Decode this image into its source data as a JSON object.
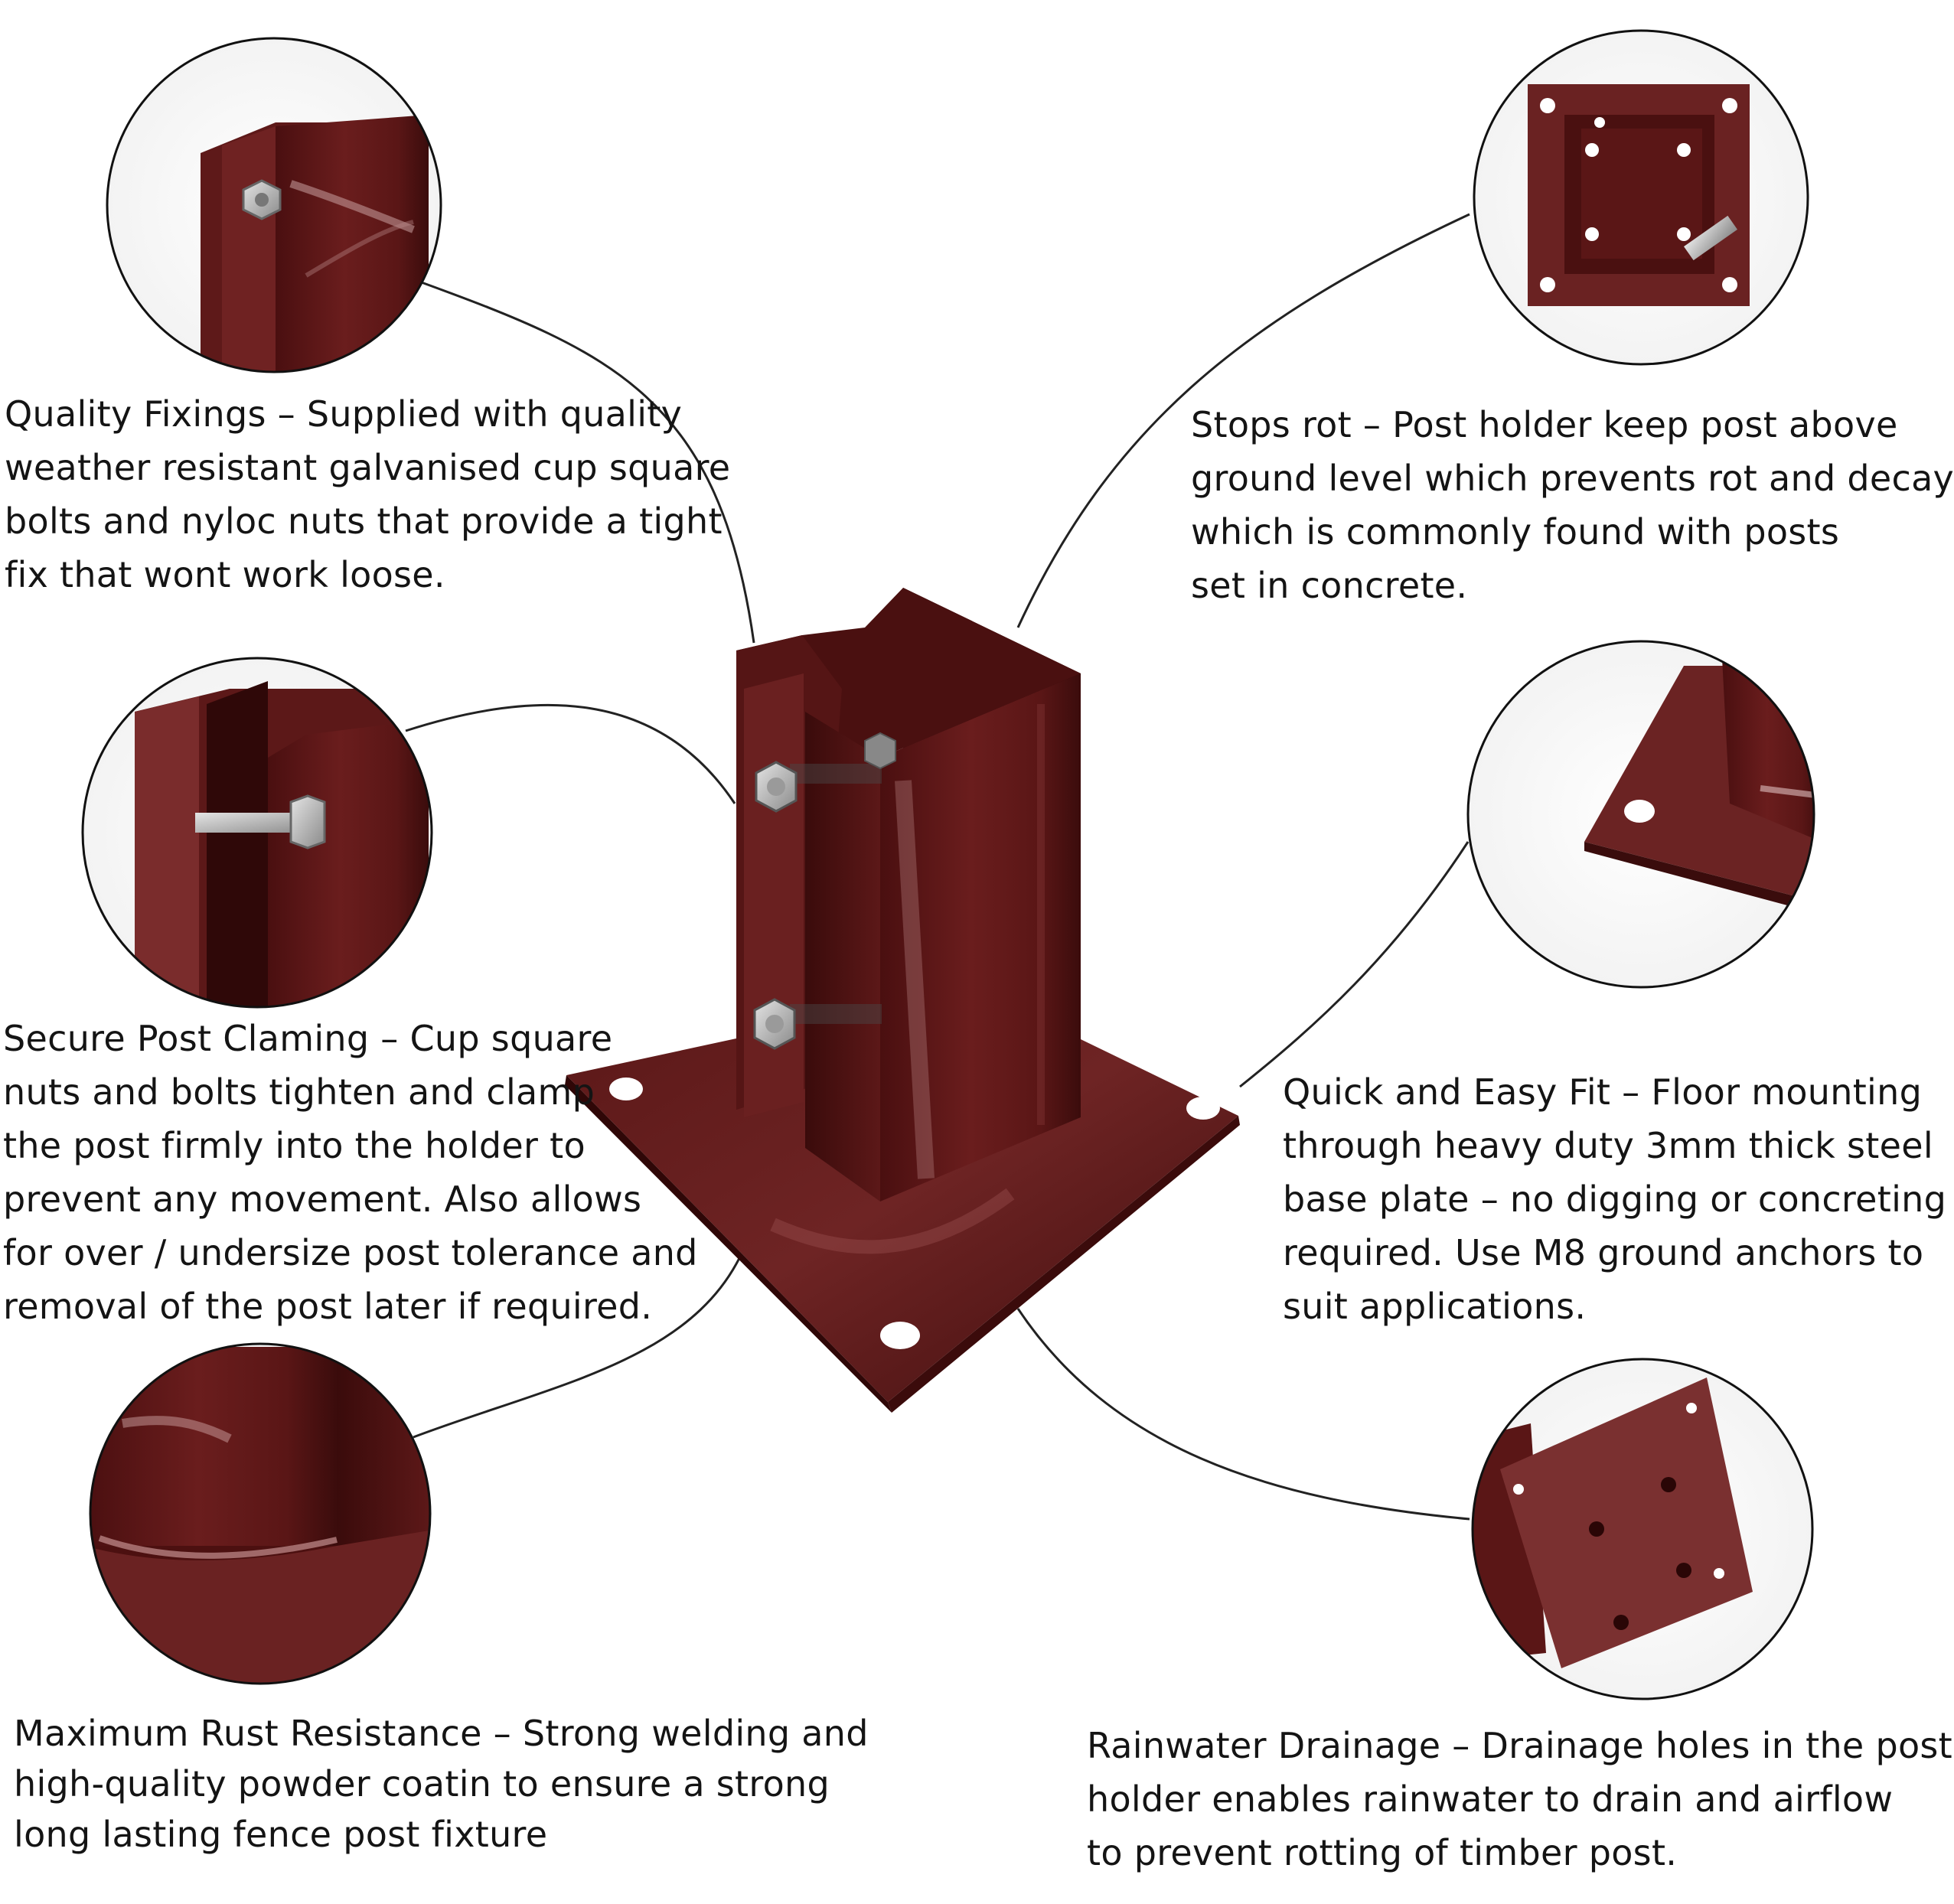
{
  "callouts": {
    "quality_fixings": [
      "Quality Fixings – Supplied with quality",
      "weather resistant galvanised cup square",
      "bolts and nyloc nuts that provide a tight",
      "fix that wont work loose."
    ],
    "stops_rot": [
      "Stops rot – Post holder keep post above",
      "ground level which prevents rot and decay",
      "which is commonly found with posts",
      "set in concrete."
    ],
    "secure_clamping": [
      "Secure Post Claming – Cup square",
      "nuts and bolts tighten and clamp",
      "the post firmly into the holder to",
      "prevent any movement. Also allows",
      "for over / undersize post tolerance and",
      "removal of the post later if required."
    ],
    "quick_fit": [
      "Quick and Easy Fit – Floor mounting",
      "through heavy duty 3mm thick steel",
      "base plate – no digging or concreting",
      "required. Use M8 ground anchors to",
      "suit applications."
    ],
    "rust_resistance": [
      "Maximum Rust Resistance – Strong welding and",
      "high-quality powder coatin to ensure a strong",
      "long lasting fence post fixture"
    ],
    "rainwater_drainage": [
      "Rainwater Drainage – Drainage holes in the post",
      "holder enables rainwater to drain and airflow",
      "to prevent rotting of timber post."
    ]
  },
  "colors": {
    "coating": "#5b1616",
    "coating_dark": "#3d0c0c",
    "coating_light": "#8a3a3a",
    "bolt": "#b9b9b9",
    "line": "#222222"
  },
  "icons": {
    "main_product": "post-holder-icon",
    "bolt": "bolt-icon"
  }
}
